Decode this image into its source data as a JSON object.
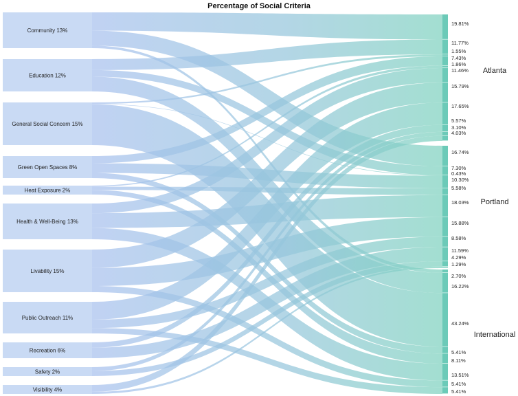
{
  "chart_data": {
    "type": "sankey",
    "title": "Percentage of Social Criteria",
    "sources": [
      {
        "name": "Community",
        "percent": "13%"
      },
      {
        "name": "Education",
        "percent": "12%"
      },
      {
        "name": "General Social Concern",
        "percent": "15%"
      },
      {
        "name": "Green Open Spaces",
        "percent": "8%"
      },
      {
        "name": "Heat Exposure",
        "percent": "2%"
      },
      {
        "name": "Health & Well-Being",
        "percent": "13%"
      },
      {
        "name": "Livability",
        "percent": "15%"
      },
      {
        "name": "Public Outreach",
        "percent": "11%"
      },
      {
        "name": "Recreation",
        "percent": "6%"
      },
      {
        "name": "Safety",
        "percent": "2%"
      },
      {
        "name": "Visibility",
        "percent": "4%"
      }
    ],
    "targets": [
      {
        "group": "Atlanta",
        "labels": [
          "19.81%",
          "11.77%",
          "1.55%",
          "7.43%",
          "1.86%",
          "11.46%",
          "15.79%",
          "17.65%",
          "5.57%",
          "3.10%",
          "4.03%"
        ]
      },
      {
        "group": "Portland",
        "labels": [
          "16.74%",
          "7.30%",
          "0.43%",
          "10.30%",
          "5.58%",
          "18.03%",
          "15.88%",
          "8.58%",
          "11.59%",
          "4.29%",
          "1.29%"
        ]
      },
      {
        "group": "International",
        "labels": [
          "2.70%",
          "16.22%",
          "43.24%",
          "5.41%",
          "8.11%",
          "13.51%",
          "5.41%",
          "5.41%"
        ]
      }
    ],
    "colors": {
      "source": "#a8c4ec",
      "target": "#7fd0c0",
      "node_source": "#c9daf4",
      "node_target": "#6ccab8"
    }
  }
}
